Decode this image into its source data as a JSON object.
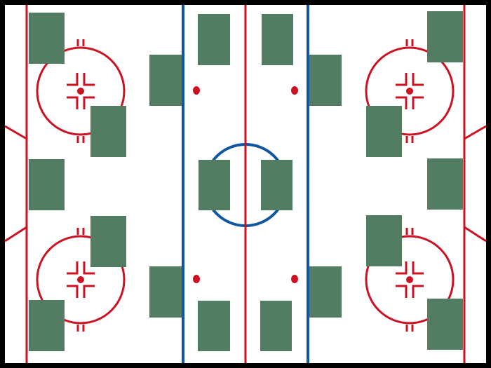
{
  "colors": {
    "border": "#000000",
    "ice": "#ffffff",
    "red_line": "#cc1122",
    "blue_line": "#1155a5",
    "block": "#527d62"
  },
  "rink": {
    "faceoff_circles": 4,
    "center_circle": 1,
    "neutral_zone_dots": 4,
    "blocks": 20
  }
}
